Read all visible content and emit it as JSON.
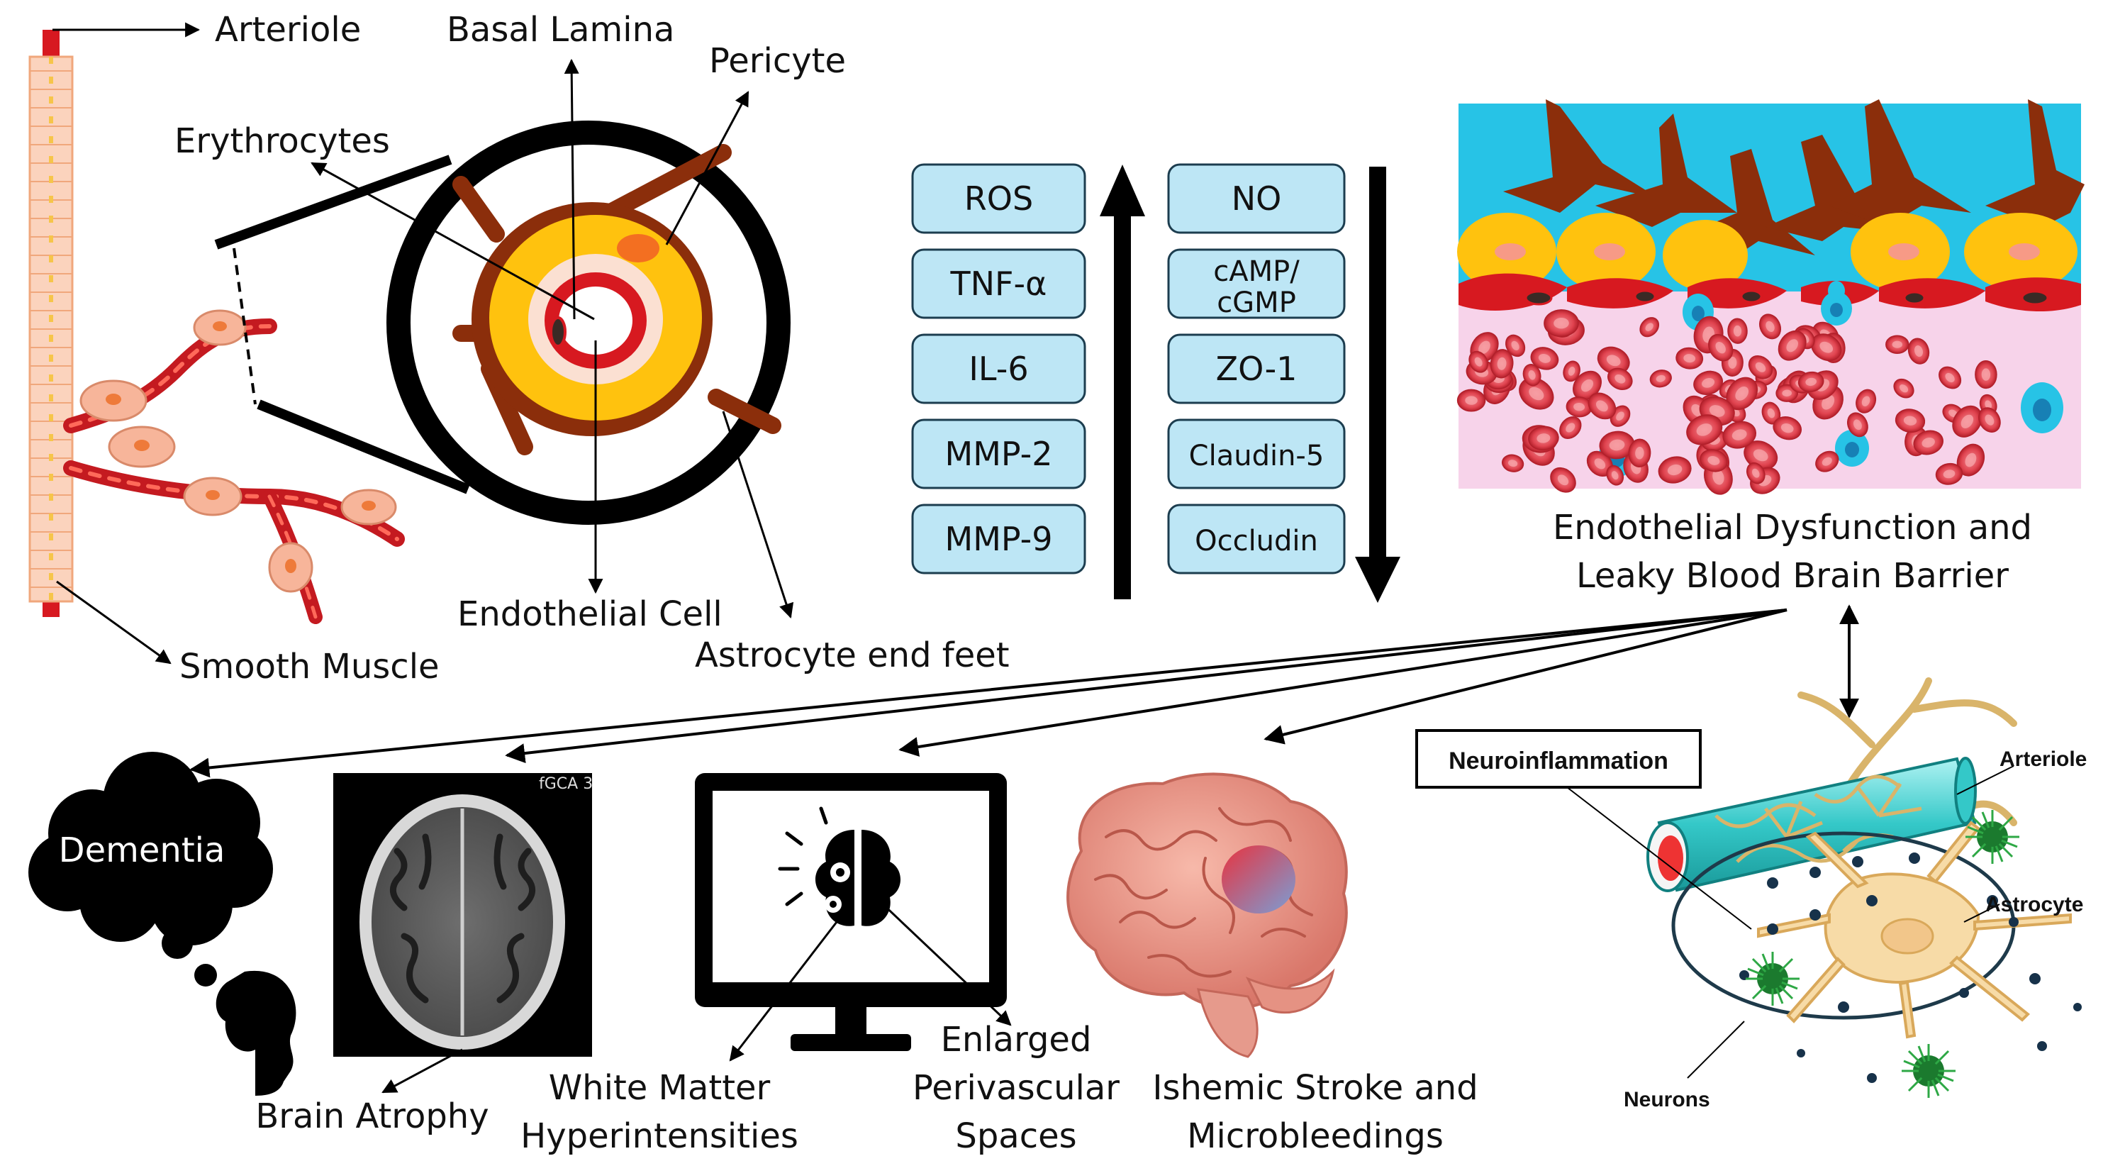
{
  "vessel_labels": {
    "arteriole": "Arteriole",
    "basal_lamina": "Basal Lamina",
    "pericyte": "Pericyte",
    "erythrocytes": "Erythrocytes",
    "endothelial_cell": "Endothelial Cell",
    "astrocyte_end_feet": "Astrocyte end feet",
    "smooth_muscle": "Smooth Muscle"
  },
  "increased_markers": [
    "ROS",
    "TNF-α",
    "IL-6",
    "MMP-2",
    "MMP-9"
  ],
  "decreased_markers": [
    "NO",
    "cAMP/\ncGMP",
    "ZO-1",
    "Claudin-5",
    "Occludin"
  ],
  "bbb_caption": {
    "line1": "Endothelial Dysfunction and",
    "line2": "Leaky Blood Brain Barrier"
  },
  "outcomes": {
    "dementia": "Dementia",
    "brain_atrophy": "Brain Atrophy",
    "ct_tag": "fGCA 3",
    "wmh_line1": "White Matter",
    "wmh_line2": "Hyperintensities",
    "epvs_line1": "Enlarged",
    "epvs_line2": "Perivascular",
    "epvs_line3": "Spaces",
    "stroke_line1": "Ishemic Stroke and",
    "stroke_line2": "Microbleedings"
  },
  "neuroinflammation": {
    "title": "Neuroinflammation",
    "arteriole": "Arteriole",
    "astrocyte": "Astrocyte",
    "neurons": "Neurons"
  },
  "colors": {
    "marker_fill": "#bde6f5",
    "marker_stroke": "#1c3d4f",
    "vessel_red": "#d71920",
    "basal_yellow": "#ffc20e",
    "pericyte_brown": "#8b2e0b",
    "lumen_pink": "#f9d7d0",
    "bbb_blue": "#27c3e6",
    "bbb_pink": "#f7d3ea"
  }
}
